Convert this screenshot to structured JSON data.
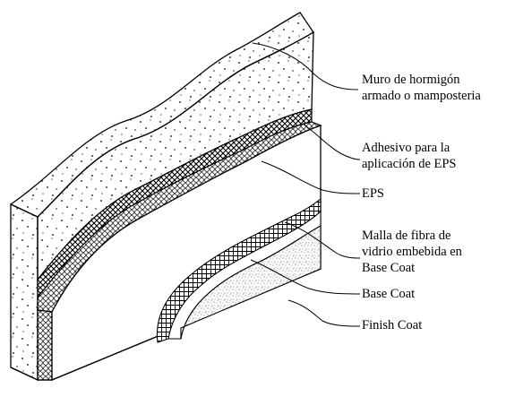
{
  "labels": {
    "muro_1": "Muro de hormigón",
    "muro_2": "armado o mamposteria",
    "adhesivo_1": "Adhesivo para la",
    "adhesivo_2": "aplicación de EPS",
    "eps": "EPS",
    "malla_1": "Malla de fibra de",
    "malla_2": "vidrio embebida en",
    "malla_3": "Base Coat",
    "base_coat": "Base Coat",
    "finish_coat": "Finish Coat"
  },
  "colors": {
    "line": "#000000",
    "background": "#ffffff",
    "concrete_fill": "#ffffff"
  }
}
